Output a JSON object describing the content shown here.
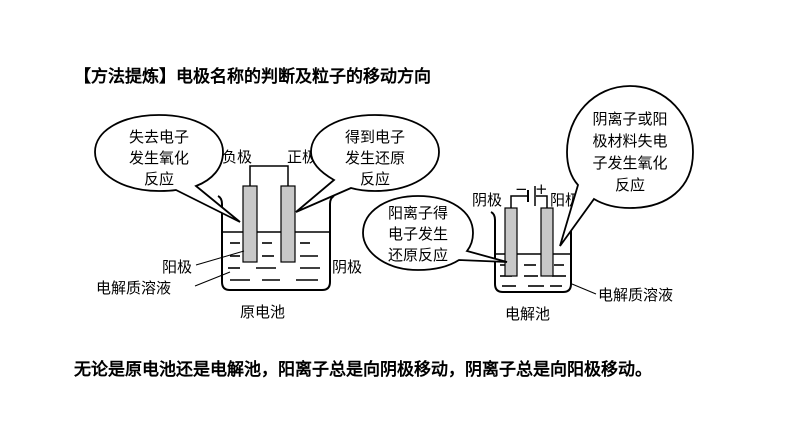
{
  "title": "【方法提炼】电极名称的判断及粒子的移动方向",
  "galvanic": {
    "bubble_left": [
      "失去电子",
      "发生氧化",
      "反应"
    ],
    "bubble_right": [
      "得到电子",
      "发生还原",
      "反应"
    ],
    "negative_label": "负极",
    "positive_label": "正极",
    "anode_label": "阳极",
    "cathode_label": "阴极",
    "electrolyte_label": "电解质溶液",
    "caption": "原电池"
  },
  "electrolytic": {
    "bubble_left": [
      "阳离子得",
      "电子发生",
      "还原反应"
    ],
    "bubble_right": [
      "阴离子或阳",
      "极材料失电",
      "子发生氧化",
      "反应"
    ],
    "cathode_label": "阴极",
    "anode_label": "阳极",
    "minus_sign": "−",
    "plus_sign": "+",
    "electrolyte_label": "电解质溶液",
    "caption": "电解池"
  },
  "conclusion": "无论是原电池还是电解池，阳离子总是向阴极移动，阴离子总是向阳极移动。"
}
